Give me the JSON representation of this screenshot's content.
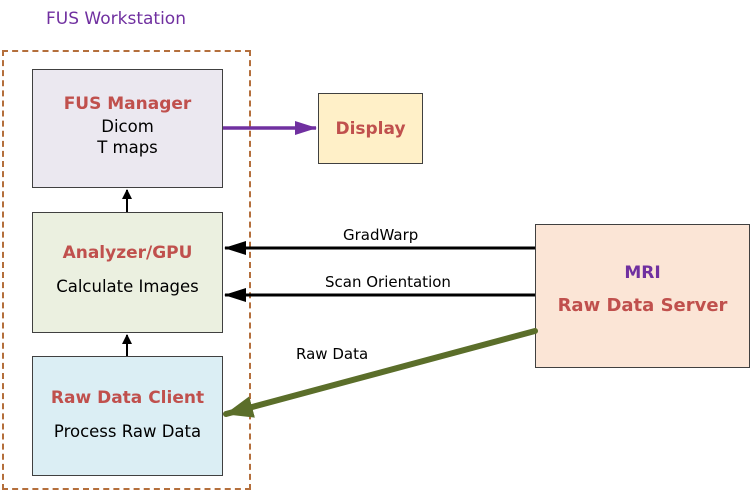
{
  "title": "FUS Workstation",
  "boxes": {
    "fus_manager": {
      "heading": "FUS Manager",
      "lines": [
        "Dicom",
        "T maps"
      ]
    },
    "analyzer": {
      "heading": "Analyzer/GPU",
      "line": "Calculate Images"
    },
    "raw_data_client": {
      "heading": "Raw Data Client",
      "line": "Process Raw Data"
    },
    "display": {
      "heading": "Display"
    },
    "mri": {
      "heading": "MRI",
      "subheading": "Raw Data Server"
    }
  },
  "connections": {
    "gradwarp": "GradWarp",
    "scan_orientation": "Scan Orientation",
    "raw_data": "Raw Data"
  },
  "colors": {
    "title": "#7030a0",
    "heading": "#c0504d",
    "dashed_border": "#b46f3c",
    "display_arrow": "#7030a0",
    "raw_data_arrow": "#5b6e2a"
  }
}
